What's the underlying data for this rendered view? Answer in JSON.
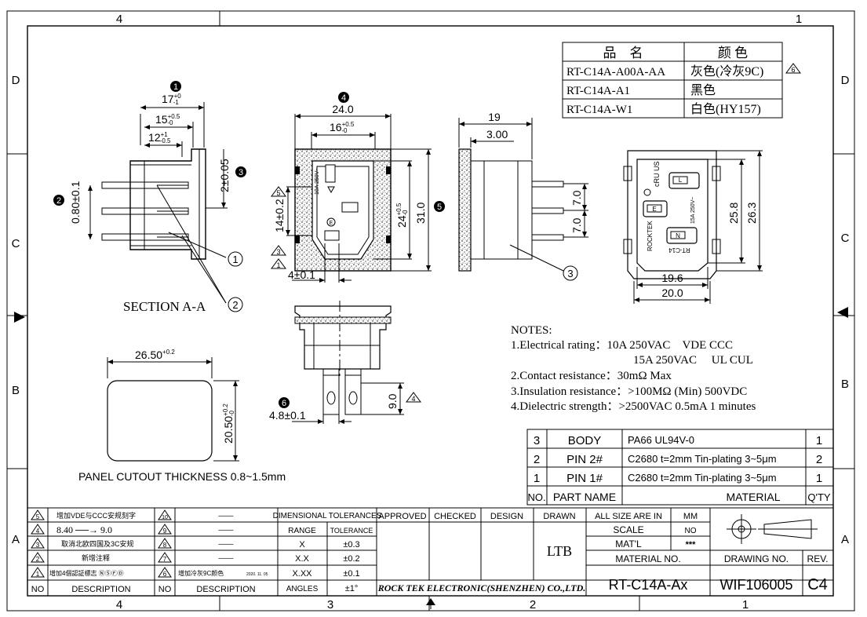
{
  "zones": {
    "top": [
      "4",
      "1"
    ],
    "bottom": [
      "4",
      "3",
      "2",
      "1"
    ],
    "left": [
      "D",
      "C",
      "B",
      "A"
    ],
    "right": [
      "D",
      "C",
      "B",
      "A"
    ]
  },
  "color_table": {
    "header": [
      "品　名",
      "颜 色"
    ],
    "rows": [
      {
        "model": "RT-C14A-A00A-AA",
        "color": "灰色(冷灰9C)"
      },
      {
        "model": "RT-C14A-A1",
        "color": "黑色"
      },
      {
        "model": "RT-C14A-W1",
        "color": "白色(HY157)"
      }
    ],
    "rev_mark": "6"
  },
  "section_view": {
    "label": "SECTION A-A",
    "circle_num": "1",
    "dim_17": "17",
    "dim_17_tol_up": "+0",
    "dim_17_tol_dn": "-1",
    "dim_15": "15",
    "dim_15_tol_up": "+0.5",
    "dim_15_tol_dn": "-0",
    "dim_12": "12",
    "dim_12_tol_up": "+1",
    "dim_12_tol_dn": "-0.5",
    "dim_2": "2±0.05",
    "circle3": "3",
    "dim_080": "0.80±0.1",
    "circle2": "2",
    "callout1": "1",
    "callout2": "2"
  },
  "front_view": {
    "circle_num": "4",
    "dim_24": "24.0",
    "dim_16": "16",
    "dim_16_tol_up": "+0.5",
    "dim_16_tol_dn": "-0",
    "dim_14": "14±0.2",
    "dim_24b": "24",
    "dim_24b_tol_up": "+0.5",
    "dim_24b_tol_dn": "-0",
    "dim_31": "31.0",
    "circle5": "5",
    "dim_4": "4±0.1",
    "tri5": "5",
    "tri3": "3",
    "tri1": "1",
    "rating_text": "10A 250V~",
    "letter_e": "E"
  },
  "side_view": {
    "dim_19": "19",
    "dim_300": "3.00",
    "dim_70a": "7.0",
    "dim_70b": "7.0",
    "callout3": "3"
  },
  "rear_view": {
    "dim_258": "25.8",
    "dim_263": "26.3",
    "dim_196": "19.6",
    "dim_200": "20.0",
    "label_l": "L",
    "label_e": "E",
    "label_n": "N",
    "label_rt": "RT-C14",
    "label_rocktek": "ROCKTEK",
    "label_rating": "15A 250V~",
    "label_ul": "cRU US"
  },
  "bottom_view": {
    "circle6": "6",
    "dim_48": "4.8±0.1",
    "dim_90": "9.0",
    "tri4": "4"
  },
  "panel_cutout": {
    "dim_w": "26.50",
    "dim_w_tol": "+0.2",
    "dim_h": "20.50",
    "dim_h_tol_up": "+0.2",
    "dim_h_tol_dn": "-0",
    "caption": "PANEL CUTOUT THICKNESS 0.8~1.5mm"
  },
  "notes": {
    "title": "NOTES:",
    "lines": [
      "1.Electrical rating：10A 250VAC　VDE CCC",
      "15A 250VAC　 UL CUL",
      "2.Contact resistance：30mΩ Max",
      "3.Insulation resistance：>100MΩ (Min) 500VDC",
      "4.Dielectric strength：>2500VAC 0.5mA 1 minutes"
    ]
  },
  "bom": {
    "rows": [
      {
        "no": "3",
        "part": "BODY",
        "material": "PA66 UL94V-0",
        "qty": "1"
      },
      {
        "no": "2",
        "part": "PIN 2#",
        "material": "C2680 t=2mm Tin-plating 3~5μm",
        "qty": "2"
      },
      {
        "no": "1",
        "part": "PIN 1#",
        "material": "C2680 t=2mm Tin-plating 3~5μm",
        "qty": "1"
      }
    ],
    "header": {
      "no": "NO.",
      "part": "PART NAME",
      "material": "MATERIAL",
      "qty": "Q'TY"
    }
  },
  "revisions": {
    "left": [
      {
        "no": "5",
        "desc": "增加VDE与CCC安规刻字"
      },
      {
        "no": "4",
        "desc": "8.40 ──→ 9.0"
      },
      {
        "no": "3",
        "desc": "取消北欧四国及3C安规"
      },
      {
        "no": "2",
        "desc": "新增注释"
      },
      {
        "no": "1",
        "desc": "增加4個認証標志 ⓃⓈⒻⒹ"
      }
    ],
    "right": [
      {
        "no": "10",
        "desc": "───"
      },
      {
        "no": "9",
        "desc": "───"
      },
      {
        "no": "8",
        "desc": "───"
      },
      {
        "no": "7",
        "desc": "───"
      },
      {
        "no": "6",
        "desc": "增加冷灰9C颜色",
        "date": "2020. 11. 05"
      }
    ],
    "col_no": "NO",
    "col_desc": "DESCRIPTION"
  },
  "tolerances": {
    "title": "DIMENSIONAL TOLERANCES",
    "head": [
      "RANGE",
      "TOLERANCE"
    ],
    "rows": [
      {
        "range": "X",
        "tol": "±0.3"
      },
      {
        "range": "X.X",
        "tol": "±0.2"
      },
      {
        "range": "X.XX",
        "tol": "±0.1"
      },
      {
        "range": "ANGLES",
        "tol": "±1°"
      }
    ]
  },
  "title_block": {
    "approved": "APPROVED",
    "checked": "CHECKED",
    "design": "DESIGN",
    "drawn": "DRAWN",
    "drawn_by": "LTB",
    "company": "ROCK TEK ELECTRONIC(SHENZHEN) CO.,LTD.",
    "all_size": "ALL SIZE ARE IN",
    "unit": "MM",
    "scale": "SCALE",
    "scale_val": "NO",
    "matl": "MAT'L",
    "matl_val": "***",
    "material_no": "MATERIAL NO.",
    "material_no_val": "RT-C14A-Ax",
    "drawing_no": "DRAWING NO.",
    "drawing_no_val": "WIF106005",
    "rev": "REV.",
    "rev_val": "C4"
  }
}
